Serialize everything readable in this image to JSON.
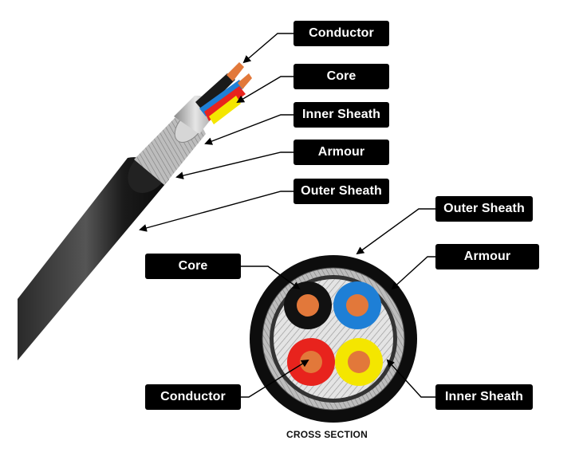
{
  "callouts_cable": {
    "conductor": "Conductor",
    "core": "Core",
    "inner_sheath": "Inner Sheath",
    "armour": "Armour",
    "outer_sheath": "Outer Sheath"
  },
  "callouts_section": {
    "outer_sheath": "Outer Sheath",
    "armour": "Armour",
    "core": "Core",
    "conductor": "Conductor",
    "inner_sheath": "Inner Sheath"
  },
  "caption": "CROSS SECTION",
  "colors": {
    "label_bg": "#000000",
    "label_text": "#ffffff",
    "outer_sheath": "#111111",
    "armour": "#c8c8c8",
    "core_black": "#111111",
    "core_blue": "#1e7fd6",
    "core_red": "#e8231d",
    "core_yellow": "#f4e600",
    "conductor": "#e2783a"
  }
}
